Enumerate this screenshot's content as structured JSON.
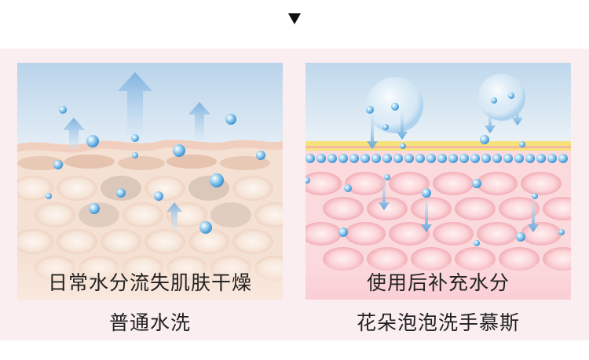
{
  "left_panel": {
    "caption": "日常水分流失肌肤干燥",
    "label": "普通水洗"
  },
  "right_panel": {
    "caption": "使用后补充水分",
    "label": "花朵泡泡洗手慕斯"
  },
  "colors": {
    "band_pink": "#fbeef0",
    "sky_blue": "#bcd6ec",
    "droplet_blue": "#6fb8e6",
    "skin_left": "#f6e3d6",
    "skin_right": "#f8c8ce",
    "barrier_yellow": "#f7e27a"
  },
  "icons": {
    "marker": "down-triangle-icon"
  }
}
